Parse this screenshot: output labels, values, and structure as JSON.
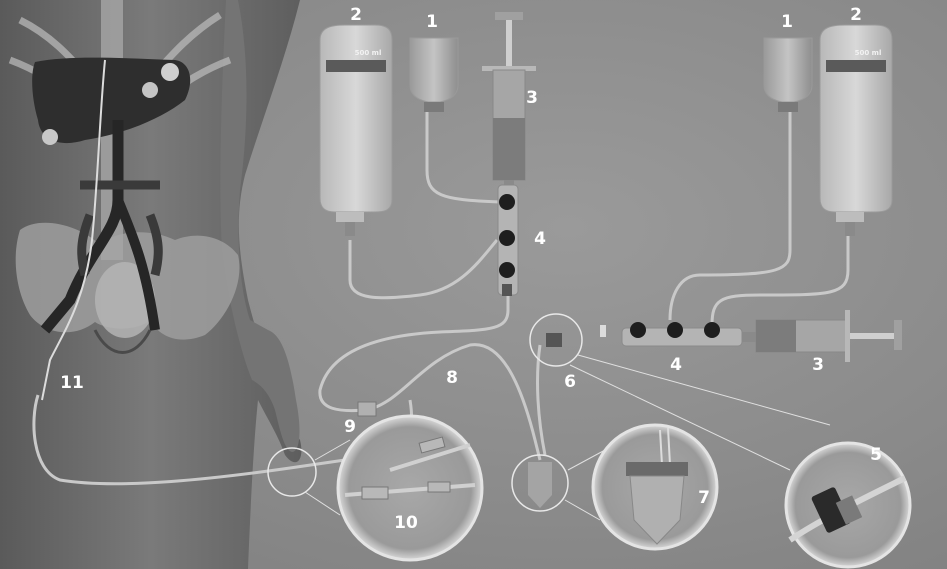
{
  "labels": {
    "bottle_left": "1",
    "bag_left": "2",
    "syringe_left": "3",
    "manifold_left": "4",
    "bottle_right": "1",
    "bag_right": "2",
    "syringe_right": "3",
    "manifold_right": "4",
    "connector_zoom": "5",
    "tube_6": "6",
    "vial_zoom": "7",
    "tube_8": "8",
    "connector_9": "9",
    "junction_zoom": "10",
    "catheter_11": "11"
  },
  "bag_left": {
    "volume": "500 ml"
  },
  "bag_right": {
    "volume": "500 ml"
  },
  "colors": {
    "background": "#8c8c8c",
    "label": "#ffffff",
    "body": "#6e6e6e",
    "vessel": "#2a2a2a"
  }
}
